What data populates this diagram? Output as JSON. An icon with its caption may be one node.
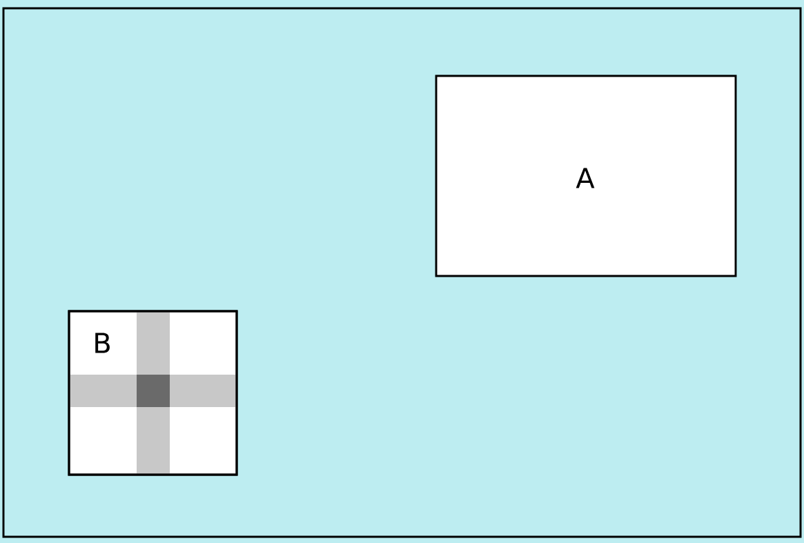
{
  "diagram": {
    "nodes": [
      {
        "text": [],
        "shape": "box"
      },
      {
        "text": [
          "A"
        ],
        "in": 0
      },
      {
        "text": [
          "B"
        ],
        "in": 0
      }
    ]
  }
}
